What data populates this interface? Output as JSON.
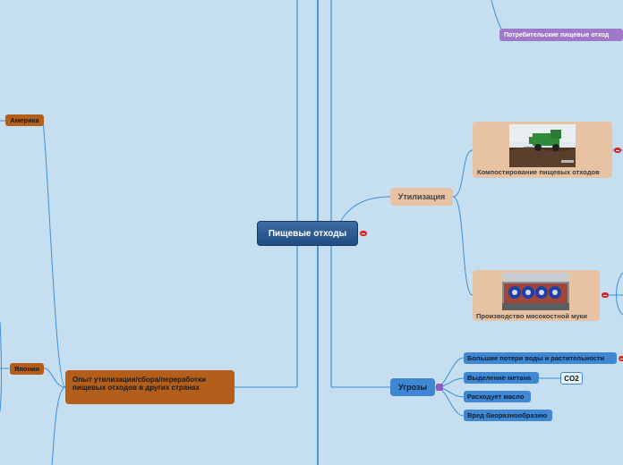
{
  "root": {
    "label": "Пищевые отходы"
  },
  "left": {
    "america": "Америка",
    "japan": "Япония",
    "experience": "Опыт утилизации/сбора/переработки пищевых отходов в других странах"
  },
  "right": {
    "consumer_waste": "Потребительские пищевые отход",
    "utilization": "Утилизация",
    "composting": "Компостирование пищевых отходов",
    "meat_bone": "Производство мясокостной муки",
    "threats": "Угрозы",
    "threat_items": [
      "Большие потери воды и растительности",
      "Выделение метана",
      "Расходует масло",
      "Вред биоразнообразию"
    ],
    "co2": "CO2"
  },
  "colors": {
    "background": "#c5dff1",
    "link": "#3a8fd6",
    "root": "#1f4d82",
    "orange": "#b35e1b",
    "peach": "#e7c3a4",
    "blue": "#3f86d3",
    "purple": "#9e79c7"
  }
}
